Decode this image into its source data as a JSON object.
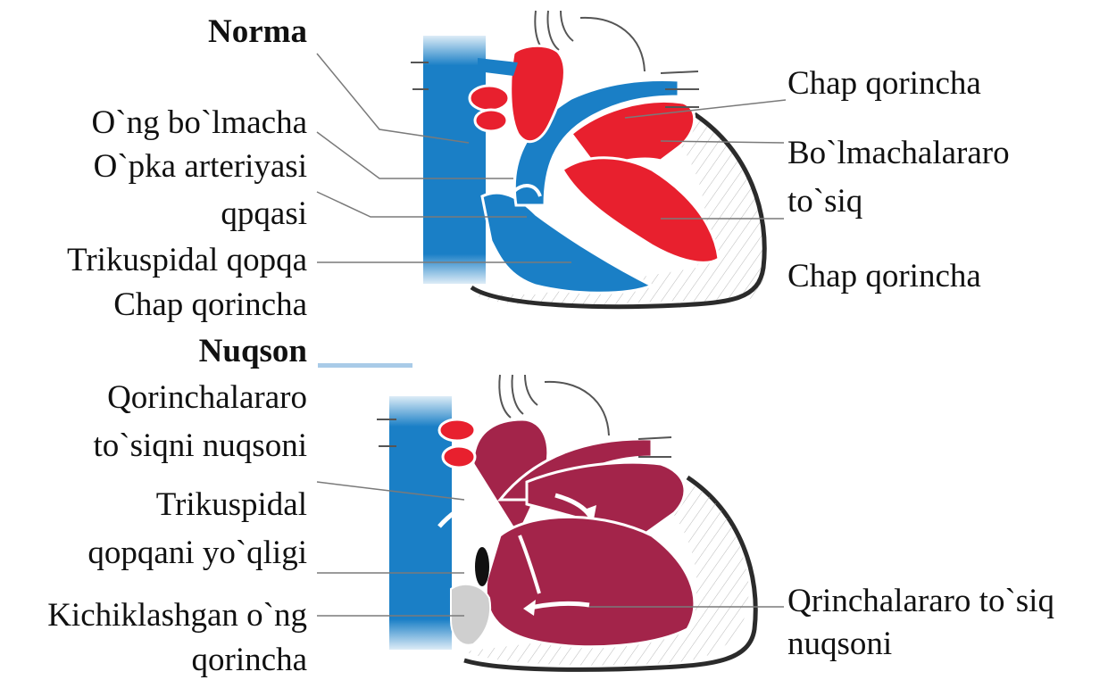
{
  "normal": {
    "heading": "Norma",
    "left_labels": [
      "O`ng bo`lmacha",
      "O`pka arteriyasi",
      "qpqasi",
      "Trikuspidal qopqa",
      "Chap qorincha"
    ],
    "right_labels": [
      "Chap qorincha",
      "Bo`lmachalararo",
      "to`siq",
      "Chap qorincha"
    ]
  },
  "defect": {
    "heading": "Nuqson",
    "left_labels": [
      "Qorinchalararo",
      "to`siqni nuqsoni",
      "Trikuspidal",
      "qopqani yo`qligi",
      "Kichiklashgan o`ng",
      "qorincha"
    ],
    "right_labels": [
      "Qrinchalararo to`siq",
      "nuqsoni"
    ]
  },
  "colors": {
    "oxygenated": "#e8202e",
    "deoxygenated": "#1a7fc6",
    "mixed": "#a3244a",
    "outline": "#2b2b2b",
    "leader": "#7a7a7a"
  },
  "icons": [
    "heart-normal-illustration",
    "heart-defect-illustration"
  ]
}
